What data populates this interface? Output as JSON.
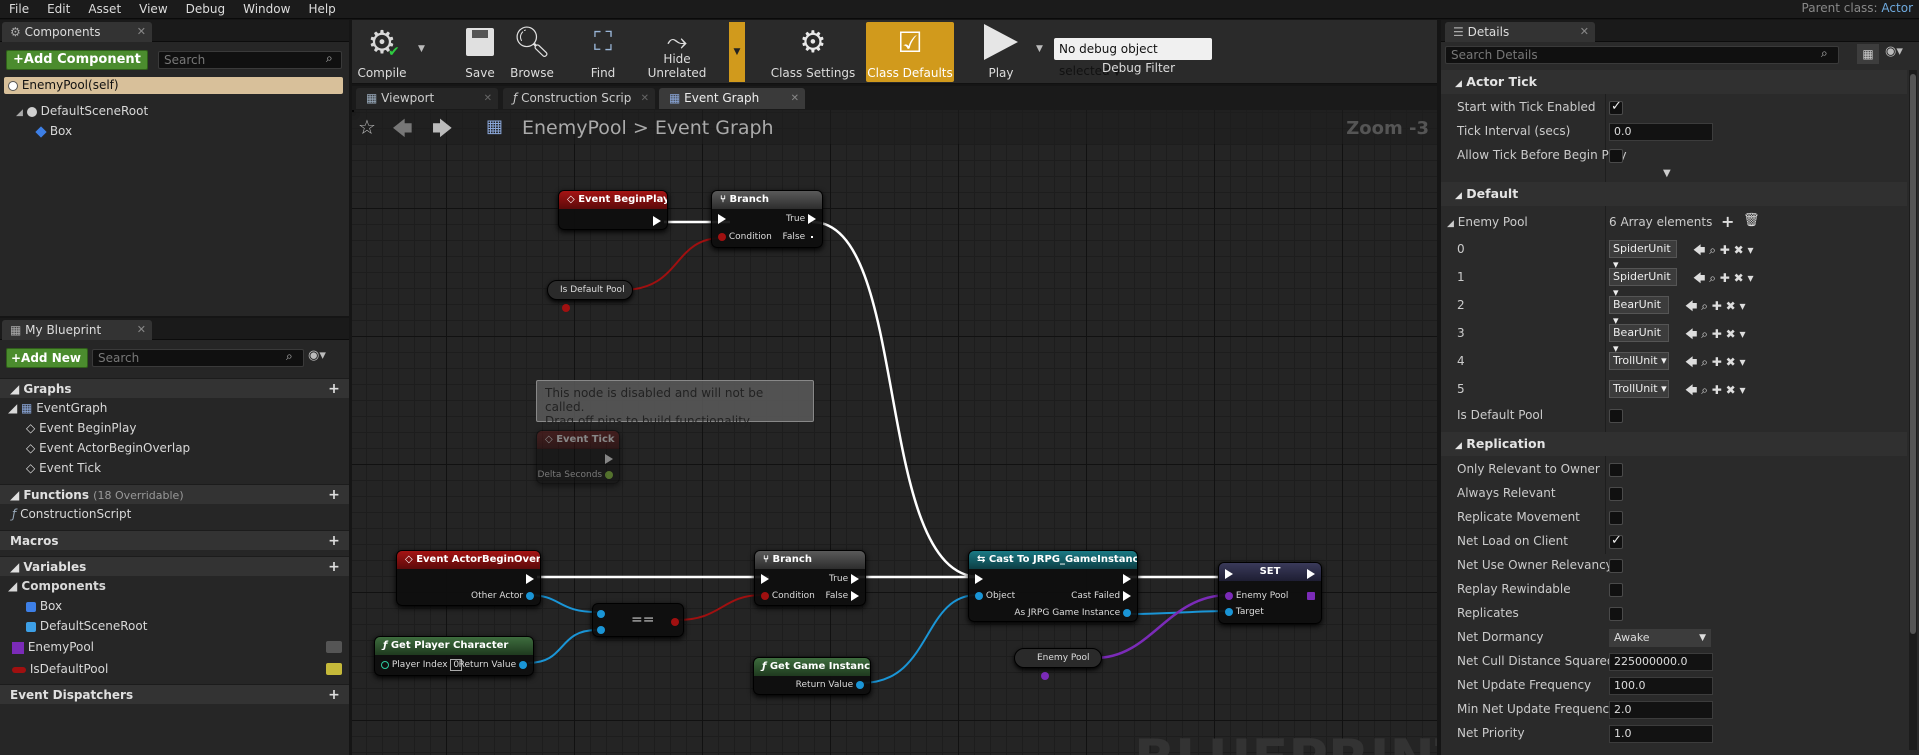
{
  "menu": [
    "File",
    "Edit",
    "Asset",
    "View",
    "Debug",
    "Window",
    "Help"
  ],
  "parent_class": {
    "label": "Parent class:",
    "value": "Actor"
  },
  "components_panel": {
    "tab": "Components",
    "add_button": "+Add Component",
    "search_placeholder": "Search",
    "self_item": "EnemyPool(self)",
    "tree": [
      "DefaultSceneRoot",
      "Box"
    ]
  },
  "my_blueprint": {
    "tab": "My Blueprint",
    "add_button": "+Add New",
    "search_placeholder": "Search",
    "graphs_header": "Graphs",
    "event_graph": "EventGraph",
    "events": [
      "Event BeginPlay",
      "Event ActorBeginOverlap",
      "Event Tick"
    ],
    "functions_header": "Functions",
    "functions_note": "(18 Overridable)",
    "functions": [
      "ConstructionScript"
    ],
    "macros_header": "Macros",
    "variables_header": "Variables",
    "components_sub": "Components",
    "component_vars": [
      "Box",
      "DefaultSceneRoot"
    ],
    "vars": [
      "EnemyPool",
      "IsDefaultPool"
    ],
    "dispatchers_header": "Event Dispatchers"
  },
  "toolbar": {
    "compile": "Compile",
    "save": "Save",
    "browse": "Browse",
    "find": "Find",
    "hide_unrelated": "Hide Unrelated",
    "class_settings": "Class Settings",
    "class_defaults": "Class Defaults",
    "play": "Play",
    "debug_select": "No debug object selected",
    "debug_filter": "Debug Filter"
  },
  "editor_tabs": [
    "Viewport",
    "Construction Scrip",
    "Event Graph"
  ],
  "breadcrumb": {
    "root": "EnemyPool",
    "sep": ">",
    "current": "Event Graph",
    "zoom": "Zoom -3"
  },
  "graph": {
    "disabled_note": [
      "This node is disabled and will not be called.",
      "Drag off pins to build functionality."
    ],
    "watermark": "BLUEPRINT",
    "nodes": {
      "begin_play": "Event BeginPlay",
      "branch1": "Branch",
      "true": "True",
      "false": "False",
      "condition": "Condition",
      "is_default_pool": "Is Default Pool",
      "event_tick": "Event Tick",
      "delta_seconds": "Delta Seconds",
      "begin_overlap": "Event ActorBeginOverlap",
      "other_actor": "Other Actor",
      "branch2": "Branch",
      "equals": "==",
      "get_player_character": "Get Player Character",
      "player_index": "Player Index",
      "player_index_val": "0",
      "return_value": "Return Value",
      "cast": "Cast To JRPG_GameInstance",
      "object": "Object",
      "cast_failed": "Cast Failed",
      "as_jrpg": "As JRPG Game Instance",
      "get_game_instance": "Get Game Instance",
      "set": "SET",
      "enemy_pool": "Enemy Pool",
      "target": "Target",
      "enemy_pool_var": "Enemy Pool"
    }
  },
  "details": {
    "tab": "Details",
    "search_placeholder": "Search Details",
    "actor_tick": "Actor Tick",
    "start_with_tick": "Start with Tick Enabled",
    "tick_interval": "Tick Interval (secs)",
    "tick_interval_val": "0.0",
    "allow_tick": "Allow Tick Before Begin Play",
    "default": "Default",
    "enemy_pool": "Enemy Pool",
    "array_count": "6 Array elements",
    "elements": [
      {
        "idx": "0",
        "val": "SpiderUnit"
      },
      {
        "idx": "1",
        "val": "SpiderUnit"
      },
      {
        "idx": "2",
        "val": "BearUnit"
      },
      {
        "idx": "3",
        "val": "BearUnit"
      },
      {
        "idx": "4",
        "val": "TrollUnit"
      },
      {
        "idx": "5",
        "val": "TrollUnit"
      }
    ],
    "is_default_pool": "Is Default Pool",
    "replication": "Replication",
    "rep_rows": [
      "Only Relevant to Owner",
      "Always Relevant",
      "Replicate Movement",
      "Net Load on Client",
      "Net Use Owner Relevancy",
      "Replay Rewindable",
      "Replicates"
    ],
    "net_dormancy": "Net Dormancy",
    "net_dormancy_val": "Awake",
    "net_cull": "Net Cull Distance Squared",
    "net_cull_val": "225000000.0",
    "net_update": "Net Update Frequency",
    "net_update_val": "100.0",
    "min_net_update": "Min Net Update Frequency",
    "min_net_update_val": "2.0",
    "net_priority": "Net Priority",
    "net_priority_val": "1.0"
  }
}
